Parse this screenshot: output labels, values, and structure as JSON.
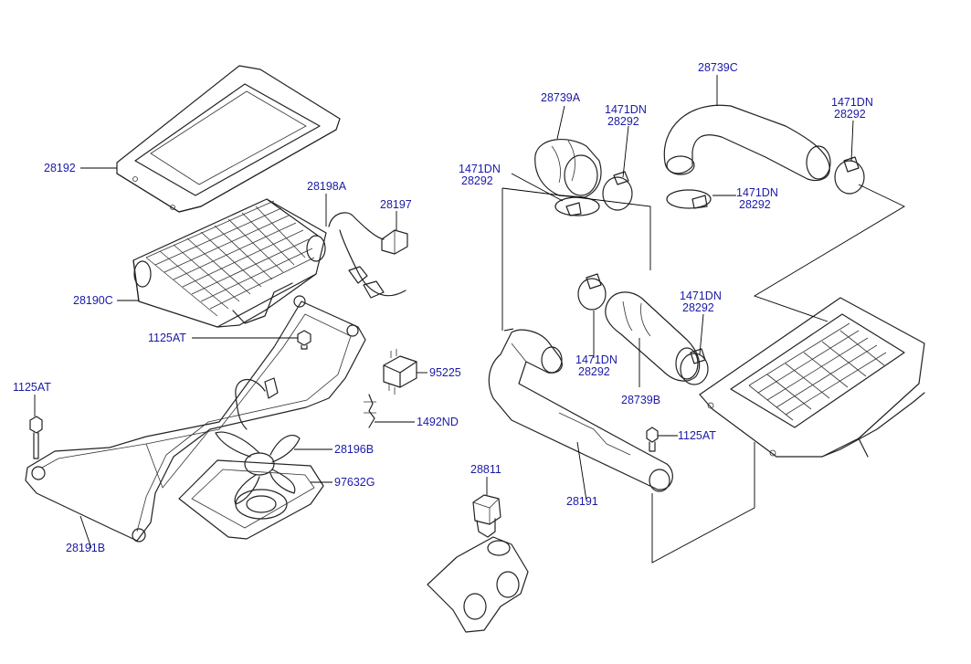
{
  "colors": {
    "label": "#1a1aa6",
    "line": "#222222",
    "background": "#ffffff"
  },
  "labels": {
    "p28192": "28192",
    "p28190C": "28190C",
    "p1125AT_a": "1125AT",
    "p1125AT_b": "1125AT",
    "p1125AT_c": "1125AT",
    "p28198A": "28198A",
    "p28197": "28197",
    "p95225": "95225",
    "p1492ND": "1492ND",
    "p28196B": "28196B",
    "p97632G": "97632G",
    "p28191B": "28191B",
    "p28811": "28811",
    "p28191": "28191",
    "p28739A": "28739A",
    "p28739B": "28739B",
    "p28739C": "28739C",
    "c1": {
      "a": "1471DN",
      "b": "28292"
    },
    "c2": {
      "a": "1471DN",
      "b": "28292"
    },
    "c3": {
      "a": "1471DN",
      "b": "28292"
    },
    "c4": {
      "a": "1471DN",
      "b": "28292"
    },
    "c5": {
      "a": "1471DN",
      "b": "28292"
    },
    "c6": {
      "a": "1471DN",
      "b": "28292"
    }
  }
}
